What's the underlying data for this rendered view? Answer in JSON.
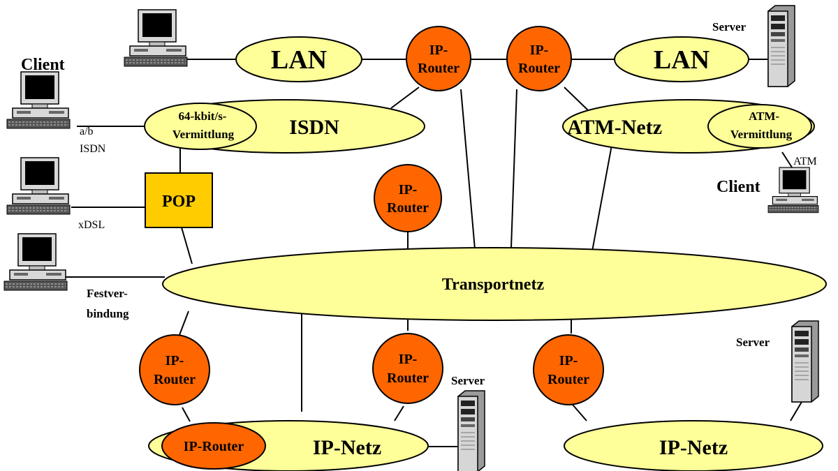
{
  "networks": {
    "lan_left": "LAN",
    "lan_right": "LAN",
    "isdn": "ISDN",
    "isdn_switch_line1": "64-kbit/s-",
    "isdn_switch_line2": "Vermittlung",
    "atm": "ATM-Netz",
    "atm_switch_line1": "ATM-",
    "atm_switch_line2": "Vermittlung",
    "transport": "Transportnetz",
    "ip_left": "IP-Netz",
    "ip_right": "IP-Netz",
    "ip_router_inline": "IP-Router"
  },
  "router": {
    "line1": "IP-",
    "line2": "Router"
  },
  "pop": "POP",
  "labels": {
    "client_top": "Client",
    "client_atm": "Client",
    "server_top": "Server",
    "server_bottom_mid": "Server",
    "server_bottom_right": "Server",
    "ab": "a/b",
    "isdn_access": "ISDN",
    "xdsl": "xDSL",
    "festver_1": "Festver-",
    "festver_2": "bindung",
    "atm_access": "ATM"
  },
  "colors": {
    "network_fill": "#ffff99",
    "router_fill": "#ff6600",
    "pop_fill": "#ffcc00"
  },
  "icons": [
    "desktop-computer-icon",
    "tower-server-icon"
  ]
}
